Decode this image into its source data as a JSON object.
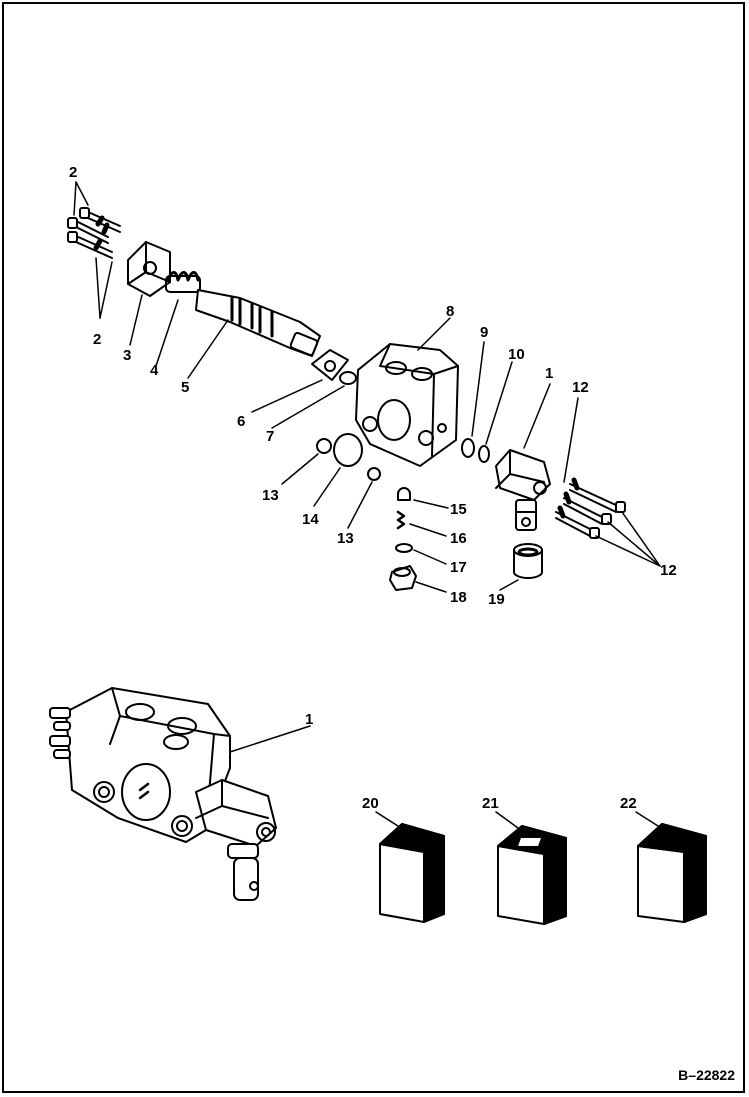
{
  "diagram": {
    "callouts": {
      "c1": "1",
      "c2a": "2",
      "c2b": "2",
      "c3": "3",
      "c4": "4",
      "c5": "5",
      "c6": "6",
      "c7": "7",
      "c8": "8",
      "c9": "9",
      "c10": "10",
      "c11": "1",
      "c12a": "12",
      "c12b": "12",
      "c13a": "13",
      "c13b": "13",
      "c14": "14",
      "c15": "15",
      "c16": "16",
      "c17": "17",
      "c18": "18",
      "c19": "19",
      "c20": "20",
      "c21": "21",
      "c22": "22"
    },
    "document_ref": "B–22822"
  }
}
